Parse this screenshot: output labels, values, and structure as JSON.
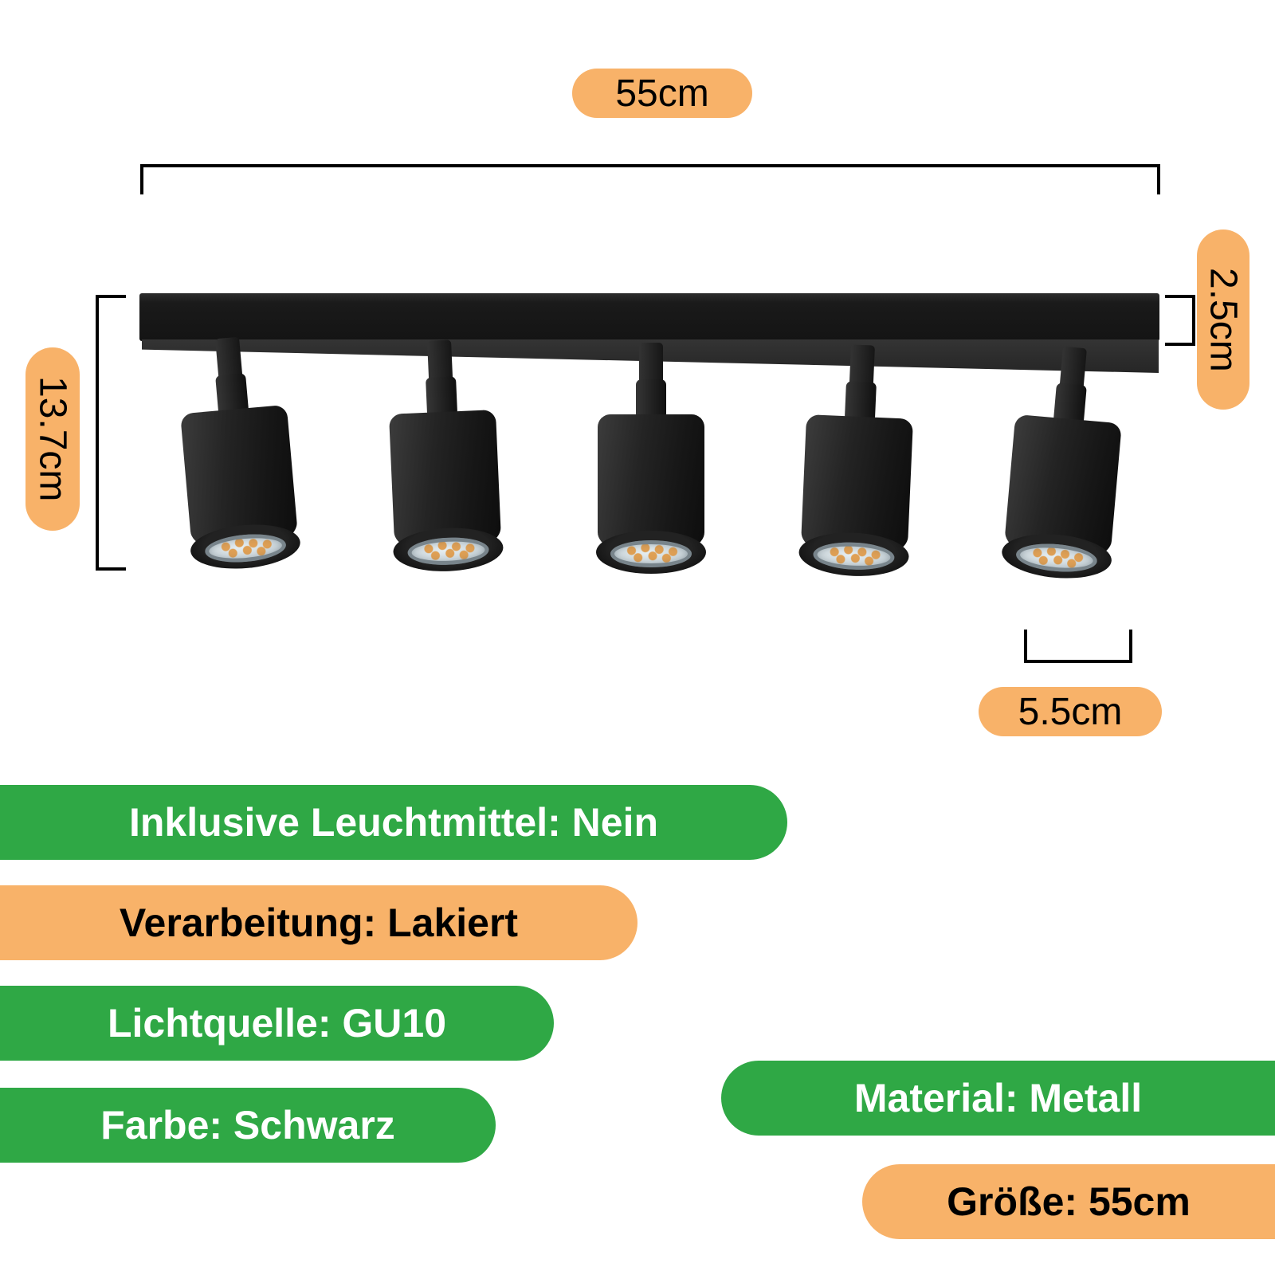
{
  "product": {
    "spot_count": 5
  },
  "dimensions": {
    "bar_width": "55cm",
    "bar_thickness": "2.5cm",
    "fixture_height": "13.7cm",
    "spot_diameter": "5.5cm"
  },
  "features": {
    "left": [
      {
        "text": "Inklusive Leuchtmittel: Nein",
        "color": "green"
      },
      {
        "text": "Verarbeitung: Lakiert",
        "color": "orange"
      },
      {
        "text": "Lichtquelle: GU10",
        "color": "green"
      },
      {
        "text": "Farbe: Schwarz",
        "color": "green"
      }
    ],
    "right": [
      {
        "text": "Material: Metall",
        "color": "green"
      },
      {
        "text": "Größe: 55cm",
        "color": "orange"
      }
    ]
  },
  "colors": {
    "accent_orange": "#F8B269",
    "accent_green": "#2FA845",
    "text_on_green": "#FFFFFF",
    "text_on_orange": "#000000",
    "lamp_black": "#1A1A1A"
  }
}
